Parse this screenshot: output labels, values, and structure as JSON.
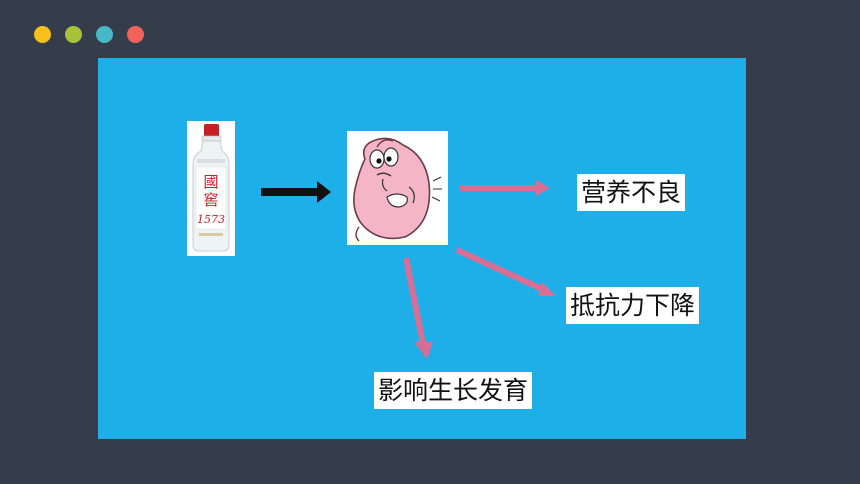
{
  "window": {
    "dots": [
      {
        "name": "yellow-dot",
        "color": "#f5c01a"
      },
      {
        "name": "green-dot",
        "color": "#a9c23a"
      },
      {
        "name": "teal-dot",
        "color": "#47b8c7"
      },
      {
        "name": "red-dot",
        "color": "#f0625a"
      }
    ]
  },
  "slide": {
    "background": "#1eaee8",
    "bottle": {
      "icon": "liquor-bottle-icon",
      "label_lines": [
        "國",
        "窖"
      ],
      "year": "1573",
      "cap_color": "#c81e24"
    },
    "stomach": {
      "icon": "stomach-cartoon-icon",
      "color": "#f4b6c6"
    },
    "outcomes": [
      {
        "text": "营养不良"
      },
      {
        "text": "抵抗力下降"
      },
      {
        "text": "影响生长发育"
      }
    ],
    "arrow_colors": {
      "main": "#111111",
      "outcome": "#d96e95"
    }
  }
}
